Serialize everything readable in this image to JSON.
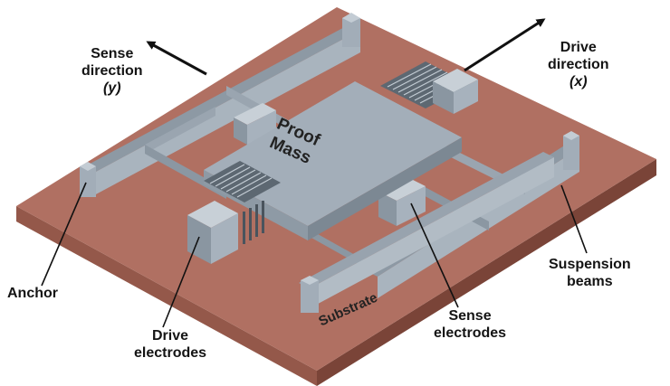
{
  "labels": {
    "sense_direction": {
      "line1": "Sense",
      "line2": "direction",
      "axis": "(y)"
    },
    "drive_direction": {
      "line1": "Drive",
      "line2": "direction",
      "axis": "(x)"
    },
    "proof_mass": {
      "line1": "Proof",
      "line2": "Mass"
    },
    "anchor": "Anchor",
    "drive_electrodes": {
      "line1": "Drive",
      "line2": "electrodes"
    },
    "sense_electrodes": {
      "line1": "Sense",
      "line2": "electrodes"
    },
    "suspension_beams": {
      "line1": "Suspension",
      "line2": "beams"
    },
    "substrate": "Substrate"
  },
  "colors": {
    "substrate_top": "#b07062",
    "substrate_left": "#94584a",
    "substrate_front": "#7a4438",
    "silicon": "#a7b2bd",
    "silicon_dark": "#7c8893",
    "silicon_light": "#c3ccd4",
    "text": "#141414"
  }
}
